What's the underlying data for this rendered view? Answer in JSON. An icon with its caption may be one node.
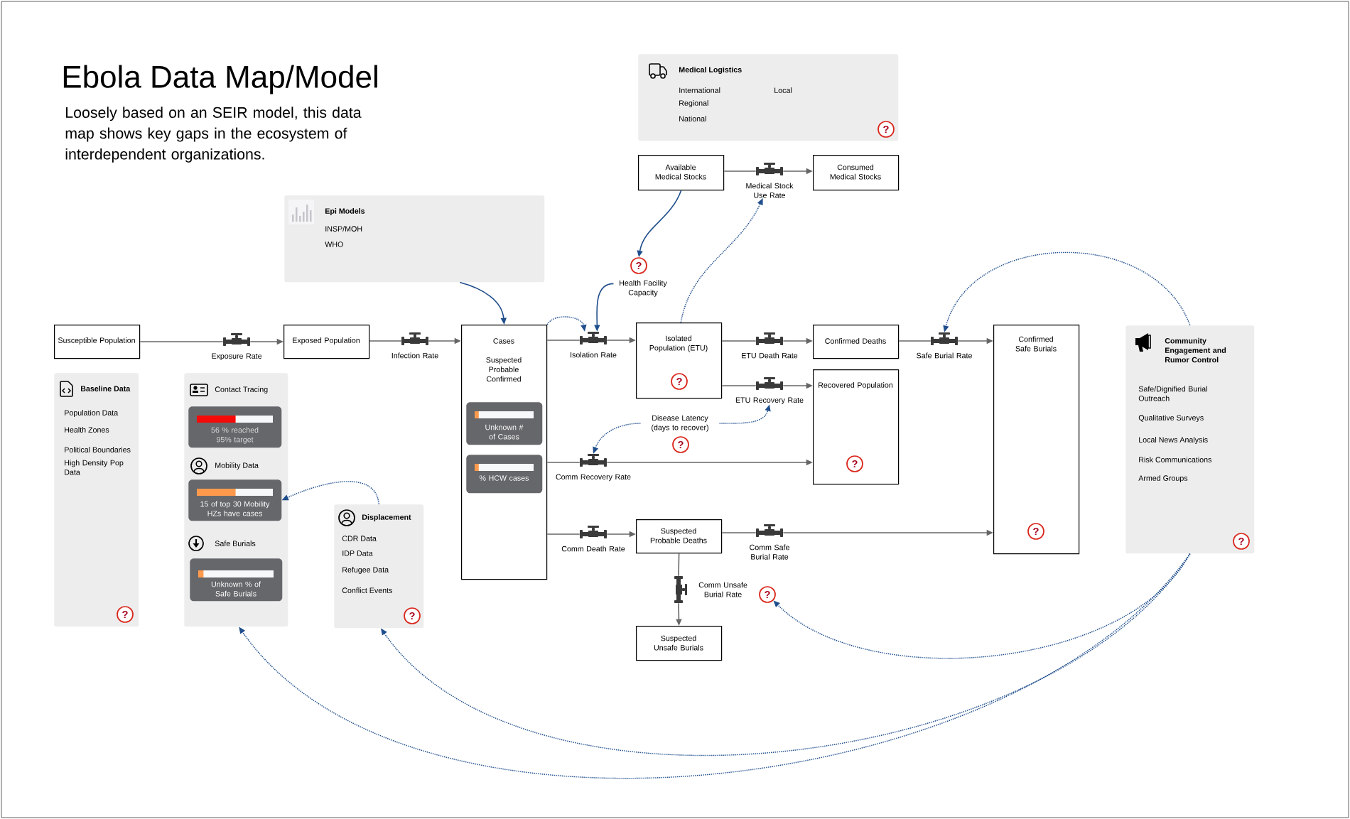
{
  "diagram": {
    "title": "Ebola Data Map/Model",
    "nodes": [
      {
        "text": [
          "Epi Models",
          "INSP/MOH",
          "WHO"
        ]
      },
      {
        "text": [
          "Medical Logistics",
          "International",
          "Regional",
          "National",
          "Local"
        ]
      },
      {
        "text": [
          "?"
        ],
        "in": 1
      },
      {
        "text": [
          "Available Medical Stocks"
        ]
      },
      {
        "text": [
          "Medical Stock Use Rate"
        ]
      },
      {
        "text": [
          "Consumed Medical Stocks"
        ]
      },
      {
        "text": [
          "?"
        ]
      },
      {
        "text": [
          "Health Facility Capacity"
        ]
      },
      {
        "text": [
          "Susceptible Population"
        ]
      },
      {
        "text": [
          "Exposure Rate"
        ]
      },
      {
        "text": [
          "Exposed Population"
        ]
      },
      {
        "text": [
          "Infection Rate"
        ]
      },
      {
        "text": [
          "Cases",
          "Suspected Probable Confirmed"
        ]
      },
      {
        "text": [
          "Unknown # of Cases"
        ],
        "in": 12
      },
      {
        "text": [
          "% HCW cases"
        ],
        "in": 12
      },
      {
        "text": [
          "Isolation Rate"
        ]
      },
      {
        "text": [
          "Isolated Population (ETU)"
        ]
      },
      {
        "text": [
          "?"
        ],
        "in": 16
      },
      {
        "text": [
          "ETU Death Rate"
        ]
      },
      {
        "text": [
          "Confirmed Deaths"
        ]
      },
      {
        "text": [
          "Safe Burial Rate"
        ]
      },
      {
        "text": [
          "Confirmed Safe Burials"
        ]
      },
      {
        "text": [
          "?"
        ],
        "in": 21
      },
      {
        "text": [
          "Community Engagement and Rumor Control",
          "Safe/Dignified Burial Outreach",
          "Qualitative Surveys",
          "Local News Analysis",
          "Risk Communications",
          "Armed Groups"
        ]
      },
      {
        "text": [
          "?"
        ],
        "in": 23
      },
      {
        "text": [
          "ETU Recovery Rate"
        ]
      },
      {
        "text": [
          "Recovered Population"
        ]
      },
      {
        "text": [
          "?"
        ],
        "in": 26
      },
      {
        "text": [
          "Disease Latency (days to recover)"
        ]
      },
      {
        "text": [
          "?"
        ]
      },
      {
        "text": [
          "Comm Recovery Rate"
        ]
      },
      {
        "text": [
          "Baseline Data",
          "Population Data",
          "Health Zones",
          "Political Boundaries",
          "High Density Pop Data"
        ]
      },
      {
        "text": [
          "?"
        ],
        "in": 31
      },
      {
        "text": [
          "Contact Tracing",
          "Mobility Data",
          "Safe Burials"
        ]
      },
      {
        "text": [
          "56 % reached 95% target"
        ],
        "in": 33
      },
      {
        "text": [
          "15 of top 30 Mobility HZs have cases"
        ],
        "in": 33
      },
      {
        "text": [
          "Unknown % of Safe Burials"
        ],
        "in": 33
      },
      {
        "text": [
          "Displacement",
          "CDR Data",
          "IDP Data",
          "Refugee Data",
          "Conflict Events"
        ]
      },
      {
        "text": [
          "?"
        ],
        "in": 37
      },
      {
        "text": [
          "Comm Death Rate"
        ]
      },
      {
        "text": [
          "Suspected Probable Deaths"
        ]
      },
      {
        "text": [
          "Comm Safe Burial Rate"
        ]
      },
      {
        "text": [
          "Comm Unsafe Burial Rate"
        ]
      },
      {
        "text": [
          "Suspected Unsafe Burials"
        ]
      },
      {
        "text": [
          "?"
        ]
      }
    ],
    "edges": [
      {
        "from": 8,
        "to": 9,
        "arrow": "none"
      },
      {
        "from": 9,
        "to": 10,
        "arrow": "to"
      },
      {
        "from": 10,
        "to": 11,
        "arrow": "none"
      },
      {
        "from": 11,
        "to": 12,
        "arrow": "to"
      },
      {
        "from": 12,
        "to": 15,
        "arrow": "none"
      },
      {
        "from": 15,
        "to": 16,
        "arrow": "to"
      },
      {
        "from": 16,
        "to": 18,
        "arrow": "none"
      },
      {
        "from": 18,
        "to": 19,
        "arrow": "to"
      },
      {
        "from": 19,
        "to": 20,
        "arrow": "none"
      },
      {
        "from": 20,
        "to": 21,
        "arrow": "to"
      },
      {
        "from": 16,
        "to": 25,
        "arrow": "none"
      },
      {
        "from": 25,
        "to": 26,
        "arrow": "to"
      },
      {
        "from": 12,
        "to": 30,
        "arrow": "none"
      },
      {
        "from": 30,
        "to": 26,
        "arrow": "to"
      },
      {
        "from": 12,
        "to": 39,
        "arrow": "none"
      },
      {
        "from": 39,
        "to": 40,
        "arrow": "to"
      },
      {
        "from": 40,
        "to": 41,
        "arrow": "none"
      },
      {
        "from": 41,
        "to": 21,
        "arrow": "to"
      },
      {
        "from": 40,
        "to": 42,
        "arrow": "none"
      },
      {
        "from": 42,
        "to": 43,
        "arrow": "to"
      },
      {
        "from": 3,
        "to": 4,
        "arrow": "none"
      },
      {
        "from": 4,
        "to": 5,
        "arrow": "to"
      },
      {
        "from": 0,
        "to": 12,
        "arrow": "to",
        "color": "#1f4e8c"
      },
      {
        "from": 3,
        "to": 6,
        "arrow": "to",
        "color": "#1f4e8c"
      },
      {
        "from": 7,
        "to": 15,
        "arrow": "to",
        "color": "#1f4e8c"
      },
      {
        "from": 12,
        "to": 15,
        "arrow": "to",
        "style": "dashed",
        "color": "#1f4e8c"
      },
      {
        "from": 16,
        "to": 4,
        "arrow": "to",
        "style": "dashed",
        "color": "#1f4e8c"
      },
      {
        "from": 28,
        "to": 25,
        "arrow": "to",
        "style": "dashed",
        "color": "#1f4e8c"
      },
      {
        "from": 28,
        "to": 30,
        "arrow": "to",
        "style": "dashed",
        "color": "#1f4e8c"
      },
      {
        "from": 23,
        "to": 20,
        "arrow": "to",
        "style": "dashed",
        "color": "#1f4e8c"
      },
      {
        "from": 37,
        "to": 35,
        "arrow": "to",
        "style": "dashed",
        "color": "#1f4e8c"
      },
      {
        "from": 23,
        "to": 33,
        "arrow": "to",
        "style": "dashed",
        "color": "#1f4e8c"
      },
      {
        "from": 23,
        "to": 37,
        "arrow": "to",
        "style": "dashed",
        "color": "#1f4e8c"
      },
      {
        "from": 23,
        "to": 44,
        "arrow": "to",
        "style": "dashed",
        "color": "#1f4e8c"
      }
    ],
    "labels": [
      "Loosely based on an SEIR model, this data map shows key gaps in the ecosystem of interdependent organizations."
    ]
  }
}
